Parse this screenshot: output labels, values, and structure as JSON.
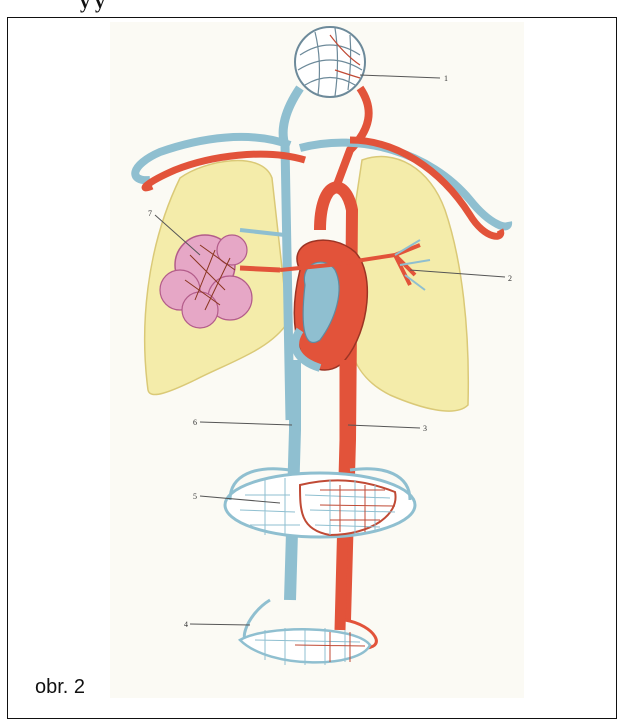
{
  "header": {
    "text": "y    y"
  },
  "figure": {
    "caption": "obr. 2",
    "labels": [
      "1",
      "2",
      "3",
      "4",
      "5",
      "6",
      "7"
    ]
  },
  "colors": {
    "artery": "#e2533a",
    "vein": "#8fbfd0",
    "lung": "#f4eba2",
    "alveoli": "#e6a7c6",
    "frame": "#111111"
  }
}
